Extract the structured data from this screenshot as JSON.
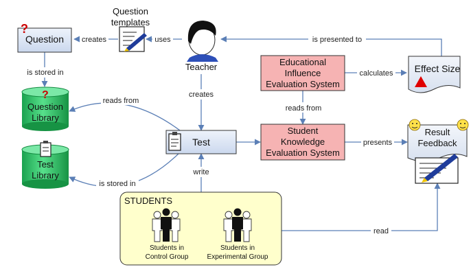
{
  "nodes": {
    "question": {
      "label": "Question"
    },
    "question_templates": {
      "line1": "Question",
      "line2": "templates"
    },
    "teacher": {
      "label": "Teacher"
    },
    "effect_size": {
      "label": "Effect Size"
    },
    "educational_influence": {
      "line1": "Educational",
      "line2": "Influence",
      "line3": "Evaluation System"
    },
    "question_library": {
      "line1": "Question",
      "line2": "Library"
    },
    "test": {
      "label": "Test"
    },
    "student_knowledge": {
      "line1": "Student",
      "line2": "Knowledge",
      "line3": "Evaluation System"
    },
    "result_feedback": {
      "line1": "Result",
      "line2": "Feedback"
    },
    "test_library": {
      "line1": "Test",
      "line2": "Library"
    },
    "students": {
      "title": "STUDENTS",
      "control_line1": "Students in",
      "control_line2": "Control Group",
      "experimental_line1": "Students in",
      "experimental_line2": "Experimental Group"
    }
  },
  "edges": {
    "question_creates": "creates",
    "templates_uses": "uses",
    "is_presented_to": "is presented to",
    "is_stored_in_question": "is stored in",
    "calculates": "calculates",
    "reads_from_library": "reads from",
    "teacher_creates": "creates",
    "reads_from_system": "reads from",
    "presents": "presents",
    "write": "write",
    "is_stored_in_test": "is stored in",
    "read": "read"
  },
  "colors": {
    "edge": "#5b7fb6",
    "question_box": "#dfe8f5",
    "system_box": "#f6b3b3",
    "library_cylinder": "#2ec46a",
    "students_box": "#ffffcc",
    "warning_triangle": "#e00000"
  },
  "icons": [
    "question-mark-icon",
    "pen-paper-icon",
    "teacher-avatar-icon",
    "warning-triangle-icon",
    "clipboard-icon",
    "smiley-face-icon",
    "student-group-icon"
  ]
}
